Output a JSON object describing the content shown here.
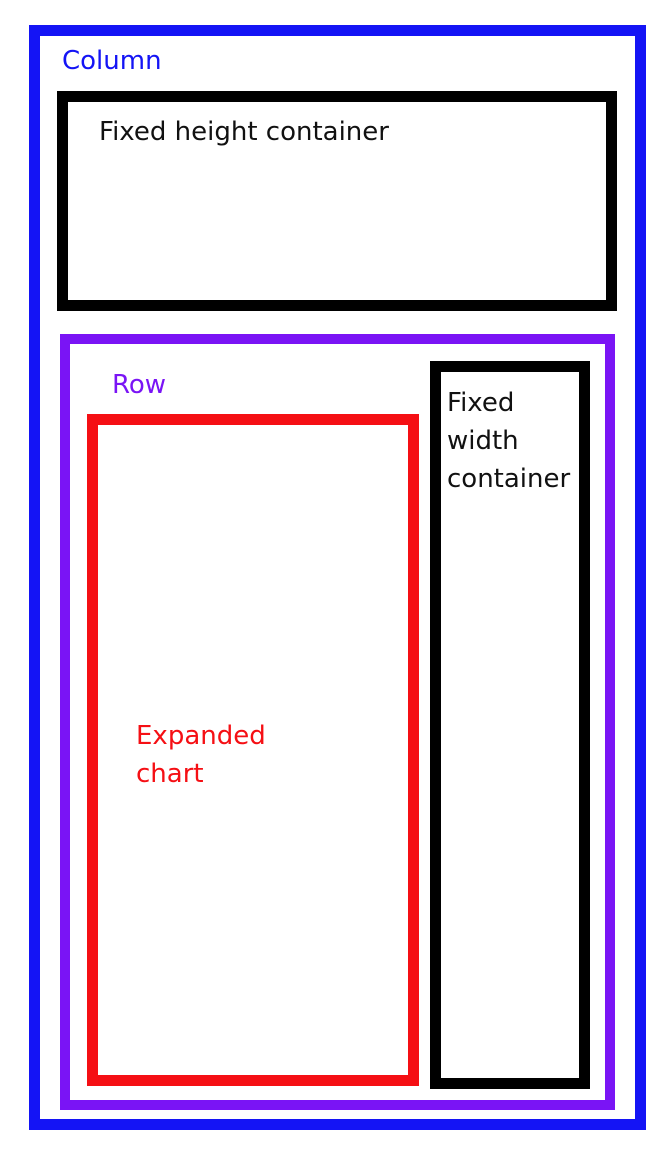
{
  "diagram": {
    "column": {
      "label": "Column",
      "color": "#1414f5"
    },
    "fixed_height_container": {
      "label": "Fixed height container",
      "color": "#000000"
    },
    "row": {
      "label": "Row",
      "color": "#7a14f5"
    },
    "expanded_chart": {
      "label": "Expanded\nchart",
      "color": "#f50f14"
    },
    "fixed_width_container": {
      "label": "Fixed\nwidth\ncontainer",
      "color": "#000000"
    }
  }
}
